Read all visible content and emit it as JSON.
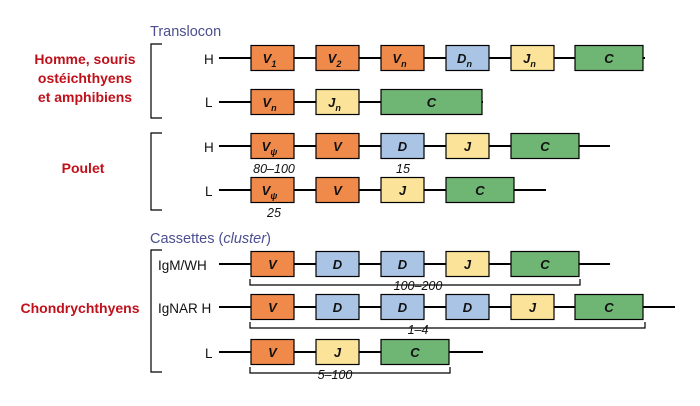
{
  "sections": {
    "translocon": "Translocon",
    "cassettes": "Cassettes (",
    "cassettes_italic": "cluster",
    "cassettes_close": ")"
  },
  "groups": {
    "human_line1": "Homme, souris",
    "human_line2": "ostéichthyens",
    "human_line3": "et amphibiens",
    "chicken": "Poulet",
    "chondrichthyes": "Chondrychthyens"
  },
  "chain_labels": {
    "human_h": "H",
    "human_l": "L",
    "chicken_h": "H",
    "chicken_l": "L",
    "igm": "IgM/WH",
    "ignar": "IgNAR H",
    "chondro_l": "L"
  },
  "colors": {
    "V": "#f08a4b",
    "D": "#a9c4e4",
    "J": "#fce39a",
    "C": "#6fb574"
  },
  "rows": {
    "human_h": [
      {
        "type": "V",
        "label": "V",
        "sub": "1"
      },
      {
        "type": "V",
        "label": "V",
        "sub": "2"
      },
      {
        "type": "V",
        "label": "V",
        "sub": "n"
      },
      {
        "type": "D",
        "label": "D",
        "sub": "n"
      },
      {
        "type": "J",
        "label": "J",
        "sub": "n"
      },
      {
        "type": "C",
        "label": "C",
        "sub": ""
      }
    ],
    "human_l": [
      {
        "type": "V",
        "label": "V",
        "sub": "n"
      },
      {
        "type": "J",
        "label": "J",
        "sub": "n"
      },
      {
        "type": "C",
        "label": "C",
        "sub": ""
      }
    ],
    "chicken_h": [
      {
        "type": "V",
        "label": "V",
        "sub": "ψ"
      },
      {
        "type": "V",
        "label": "V",
        "sub": ""
      },
      {
        "type": "D",
        "label": "D",
        "sub": ""
      },
      {
        "type": "J",
        "label": "J",
        "sub": ""
      },
      {
        "type": "C",
        "label": "C",
        "sub": ""
      }
    ],
    "chicken_l": [
      {
        "type": "V",
        "label": "V",
        "sub": "ψ"
      },
      {
        "type": "V",
        "label": "V",
        "sub": ""
      },
      {
        "type": "J",
        "label": "J",
        "sub": ""
      },
      {
        "type": "C",
        "label": "C",
        "sub": ""
      }
    ],
    "igm": [
      {
        "type": "V",
        "label": "V",
        "sub": ""
      },
      {
        "type": "D",
        "label": "D",
        "sub": ""
      },
      {
        "type": "D",
        "label": "D",
        "sub": ""
      },
      {
        "type": "J",
        "label": "J",
        "sub": ""
      },
      {
        "type": "C",
        "label": "C",
        "sub": ""
      }
    ],
    "ignar": [
      {
        "type": "V",
        "label": "V",
        "sub": ""
      },
      {
        "type": "D",
        "label": "D",
        "sub": ""
      },
      {
        "type": "D",
        "label": "D",
        "sub": ""
      },
      {
        "type": "D",
        "label": "D",
        "sub": ""
      },
      {
        "type": "J",
        "label": "J",
        "sub": ""
      },
      {
        "type": "C",
        "label": "C",
        "sub": ""
      }
    ],
    "chondro_l": [
      {
        "type": "V",
        "label": "V",
        "sub": ""
      },
      {
        "type": "J",
        "label": "J",
        "sub": ""
      },
      {
        "type": "C",
        "label": "C",
        "sub": ""
      }
    ]
  },
  "counts": {
    "chicken_h_vpsi": "80–100",
    "chicken_h_d": "15",
    "chicken_l_vpsi": "25",
    "igm_cluster": "100–200",
    "ignar_cluster": "1–4",
    "chondro_l_cluster": "5–100"
  }
}
